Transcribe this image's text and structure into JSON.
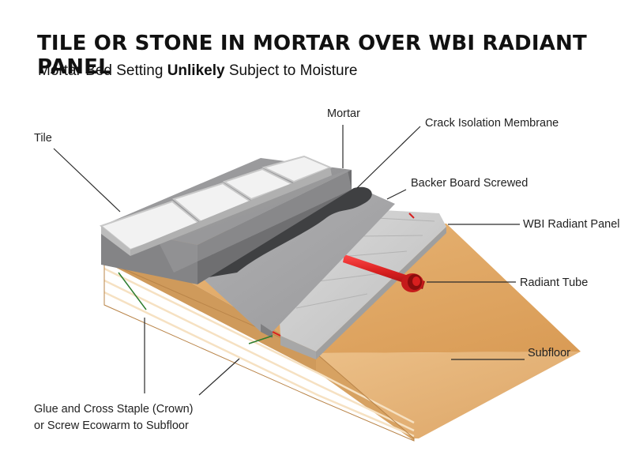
{
  "title": "TILE OR STONE IN MORTAR OVER WBI RADIANT PANEL",
  "subtitle": {
    "before": "Mortar Bed Setting ",
    "emphasis": "Unlikely",
    "after": " Subject to Moisture"
  },
  "labels": {
    "tile": "Tile",
    "mortar": "Mortar",
    "crack_isolation_membrane": "Crack Isolation Membrane",
    "backer_board_screwed": "Backer Board Screwed",
    "wbi_radiant_panel": "WBI Radiant Panel",
    "radiant_tube": "Radiant Tube",
    "subfloor": "Subfloor",
    "glue_staple_line1": "Glue and Cross Staple (Crown)",
    "glue_staple_line2": "or Screw Ecowarm to Subfloor"
  },
  "colors": {
    "tile": "#ebebeb",
    "mortar": "#8e8e90",
    "membrane": "#3f4042",
    "backer_board": "#9d9da0",
    "radiant_panel": "#c9c9c9",
    "radiant_tube": "#d81f1f",
    "subfloor": "#e0ac6b"
  }
}
